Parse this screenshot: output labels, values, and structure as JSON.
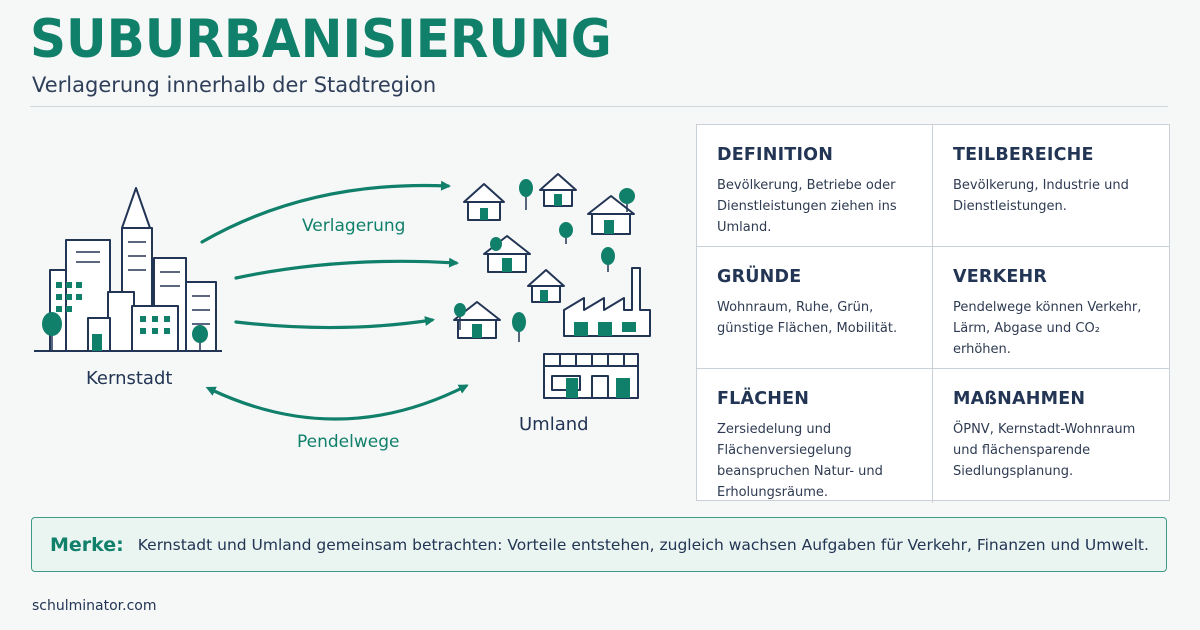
{
  "header": {
    "title": "SUBURBANISIERUNG",
    "subtitle": "Verlagerung innerhalb der Stadtregion"
  },
  "diagram": {
    "arrow_label_top": "Verlagerung",
    "arrow_label_bottom": "Pendelwege",
    "city_label": "Kernstadt",
    "suburb_label": "Umland"
  },
  "cards": [
    {
      "title": "DEFINITION",
      "text": "Bevölkerung, Betriebe oder Dienstleistungen ziehen ins Umland."
    },
    {
      "title": "TEILBEREICHE",
      "text": "Bevölkerung, Industrie und Dienstleistungen."
    },
    {
      "title": "GRÜNDE",
      "text": "Wohnraum, Ruhe, Grün, günstige Flächen, Mobilität."
    },
    {
      "title": "VERKEHR",
      "text": "Pendelwege können Verkehr, Lärm, Abgase und CO₂ erhöhen."
    },
    {
      "title": "FLÄCHEN",
      "text": "Zersiedelung und Flächenversiegelung beanspruchen Natur- und Erholungsräume."
    },
    {
      "title": "MAßNAHMEN",
      "text": "ÖPNV, Kernstadt-Wohnraum und flächensparende Siedlungsplanung."
    }
  ],
  "merke": {
    "label": "Merke:",
    "text": "Kernstadt und Umland gemeinsam betrachten: Vorteile entstehen, zugleich wachsen Aufgaben für Verkehr, Finanzen und Umwelt."
  },
  "footer": {
    "site": "schulminator.com"
  },
  "colors": {
    "accent": "#11806a",
    "text": "#233554",
    "background": "#f6f8f8"
  }
}
